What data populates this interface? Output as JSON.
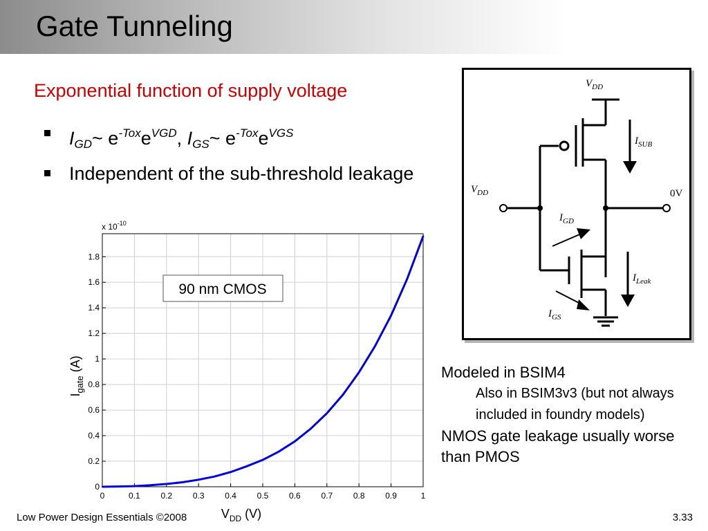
{
  "slide": {
    "title": "Gate Tunneling",
    "subtitle": "Exponential function of supply voltage",
    "bullet1": {
      "i_gd": "I",
      "gd": "GD",
      "tilde1": "~ e",
      "exp1_a": "-Tox",
      "e1": "e",
      "exp1_b": "VGD",
      "comma": ",",
      "i_gs": "I",
      "gs": "GS",
      "tilde2": "~ e",
      "exp2_a": "-Tox",
      "e2": "e",
      "exp2_b": "VGS"
    },
    "bullet2": "Independent of the sub-threshold leakage",
    "notes": {
      "line1": "Modeled in BSIM4",
      "line2": "Also in BSIM3v3 (but not always included in foundry models)",
      "line3": "NMOS gate leakage usually worse than PMOS"
    },
    "footer_left": "Low Power Design Essentials ©2008",
    "footer_right": "3.33"
  },
  "circuit": {
    "vdd_top": "V",
    "vdd_top_sub": "DD",
    "vdd_in": "V",
    "vdd_in_sub": "DD",
    "out_label": "0V",
    "isub": "I",
    "isub_sub": "SUB",
    "igd": "I",
    "igd_sub": "GD",
    "ileak": "I",
    "ileak_sub": "Leak",
    "igs": "I",
    "igs_sub": "GS"
  },
  "chart_data": {
    "type": "line",
    "xlabel_main": "V",
    "xlabel_sub": "DD",
    "xlabel_unit": " (V)",
    "ylabel_main": "I",
    "ylabel_sub": "gate",
    "ylabel_unit": " (A)",
    "y_multiplier": "x 10",
    "y_multiplier_exp": "-10",
    "annotation": "90 nm CMOS",
    "xlim": [
      0,
      1
    ],
    "ylim": [
      0,
      1.98
    ],
    "xticks": [
      0,
      0.1,
      0.2,
      0.3,
      0.4,
      0.5,
      0.6,
      0.7,
      0.8,
      0.9,
      1
    ],
    "xtick_labels": [
      "0",
      "0.1",
      "0.2",
      "0.3",
      "0.4",
      "0.5",
      "0.6",
      "0.7",
      "0.8",
      "0.9",
      "1"
    ],
    "yticks": [
      0,
      0.2,
      0.4,
      0.6,
      0.8,
      1,
      1.2,
      1.4,
      1.6,
      1.8
    ],
    "ytick_labels": [
      "0",
      "0.2",
      "0.4",
      "0.6",
      "0.8",
      "1",
      "1.2",
      "1.4",
      "1.6",
      "1.8"
    ],
    "grid": true,
    "line_color": "#0000dd",
    "x": [
      0,
      0.05,
      0.1,
      0.15,
      0.2,
      0.25,
      0.3,
      0.35,
      0.4,
      0.45,
      0.5,
      0.55,
      0.6,
      0.65,
      0.7,
      0.75,
      0.8,
      0.85,
      0.9,
      0.95,
      1.0
    ],
    "y": [
      0,
      0.002,
      0.005,
      0.012,
      0.022,
      0.035,
      0.055,
      0.08,
      0.115,
      0.16,
      0.21,
      0.275,
      0.355,
      0.455,
      0.575,
      0.72,
      0.895,
      1.1,
      1.34,
      1.625,
      1.96
    ]
  }
}
